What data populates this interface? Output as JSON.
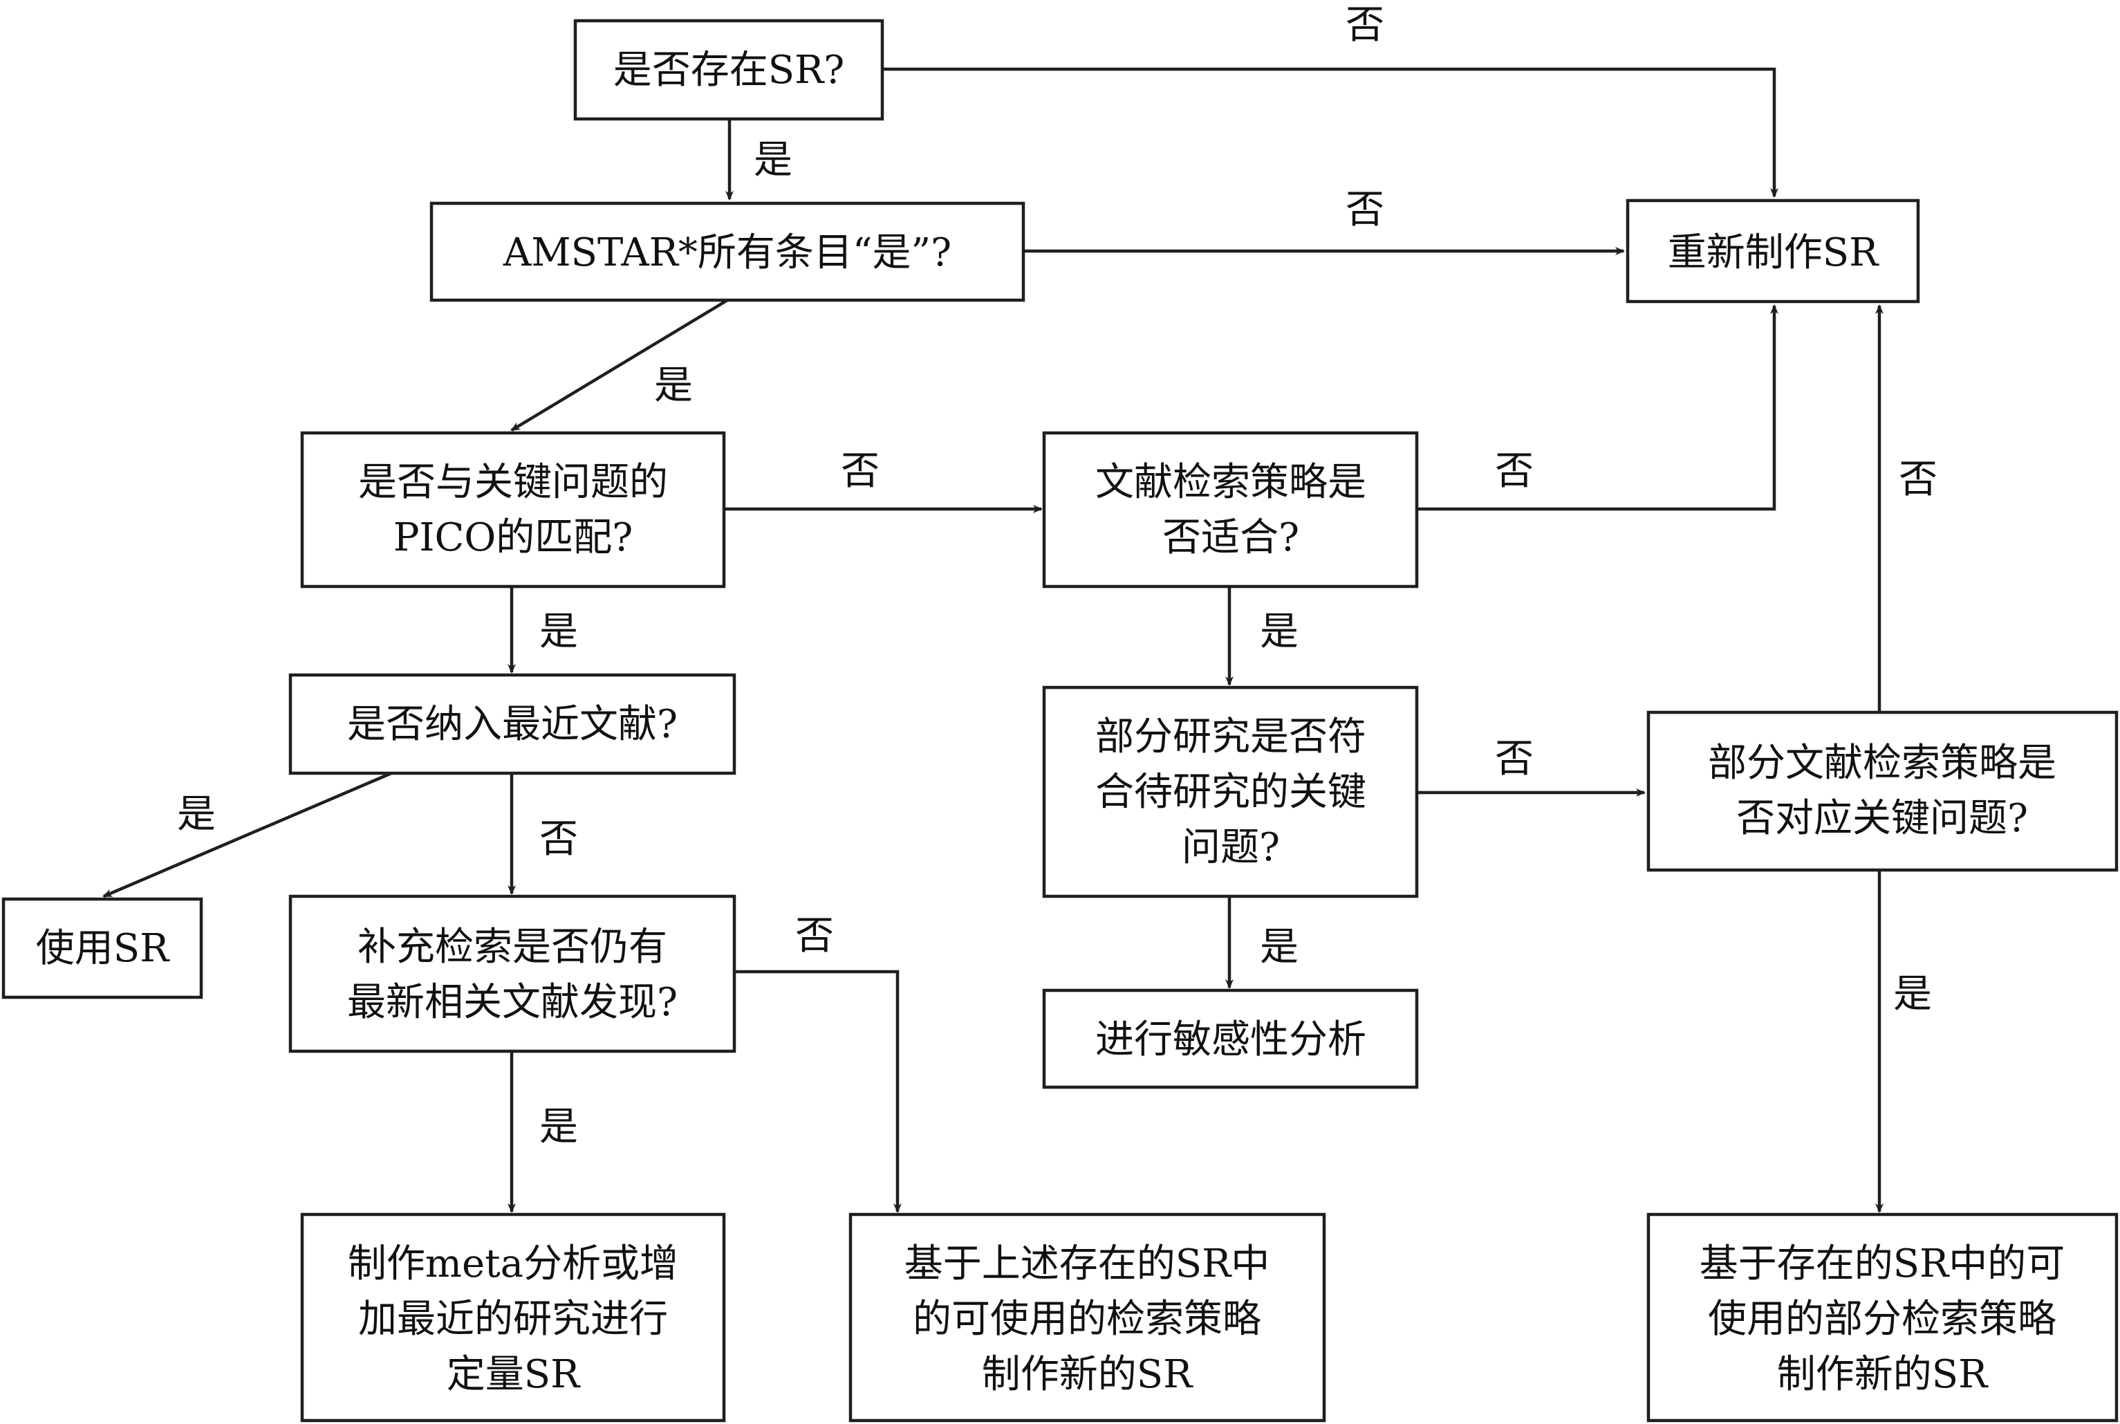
{
  "nodes": {
    "q_sr_exists": "是否存在SR?",
    "q_amstar": "AMSTAR*所有条目“是”?",
    "redo_sr": "重新制作SR",
    "q_pico_line1": "是否与关键问题的",
    "q_pico_line2": "PICO的匹配?",
    "q_search_line1": "文献检索策略是",
    "q_search_line2": "否适合?",
    "q_recent": "是否纳入最近文献?",
    "q_partial_study_line1": "部分研究是否符",
    "q_partial_study_line2": "合待研究的关键",
    "q_partial_study_line3": "问题?",
    "q_partial_search_line1": "部分文献检索策略是",
    "q_partial_search_line2": "否对应关键问题?",
    "use_sr": "使用SR",
    "q_supplement_line1": "补充检索是否仍有",
    "q_supplement_line2": "最新相关文献发现?",
    "sensitivity": "进行敏感性分析",
    "meta_line1": "制作meta分析或增",
    "meta_line2": "加最近的研究进行",
    "meta_line3": "定量SR",
    "reuse_search_line1": "基于上述存在的SR中",
    "reuse_search_line2": "的可使用的检索策略",
    "reuse_search_line3": "制作新的SR",
    "reuse_partial_line1": "基于存在的SR中的可",
    "reuse_partial_line2": "使用的部分检索策略",
    "reuse_partial_line3": "制作新的SR"
  },
  "labels": {
    "yes": "是",
    "no": "否"
  },
  "colors": {
    "stroke": "#1f1f1f",
    "text": "#111111",
    "background": "#ffffff"
  }
}
